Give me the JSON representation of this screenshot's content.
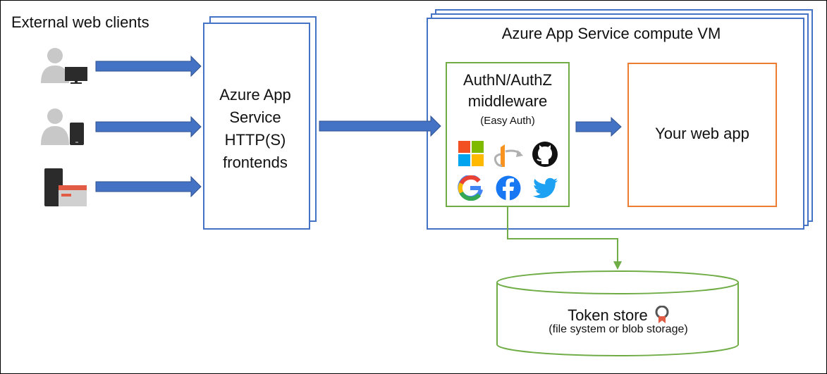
{
  "diagram": {
    "clients_title": "External web clients",
    "frontends_label_lines": [
      "Azure App",
      "Service",
      "HTTP(S)",
      "frontends"
    ],
    "vm_title": "Azure App Service compute VM",
    "middleware_label_lines": [
      "AuthN/AuthZ",
      "middleware"
    ],
    "middleware_sub": "(Easy Auth)",
    "webapp_label": "Your web app",
    "token_store_label": "Token store",
    "token_store_sub": "(file system or blob storage)",
    "clients": [
      {
        "icon": "user-desktop-icon"
      },
      {
        "icon": "user-mobile-icon"
      },
      {
        "icon": "device-browser-icon"
      }
    ],
    "providers": [
      {
        "icon": "microsoft-icon"
      },
      {
        "icon": "openid-icon"
      },
      {
        "icon": "github-icon"
      },
      {
        "icon": "google-icon"
      },
      {
        "icon": "facebook-icon"
      },
      {
        "icon": "twitter-icon"
      }
    ],
    "colors": {
      "box_border": "#4472c4",
      "arrow_fill": "#4472c4",
      "middleware_border": "#70ad47",
      "webapp_border": "#ed7d31",
      "store_border": "#70ad47",
      "icon_gray": "#c8c8c8"
    }
  }
}
